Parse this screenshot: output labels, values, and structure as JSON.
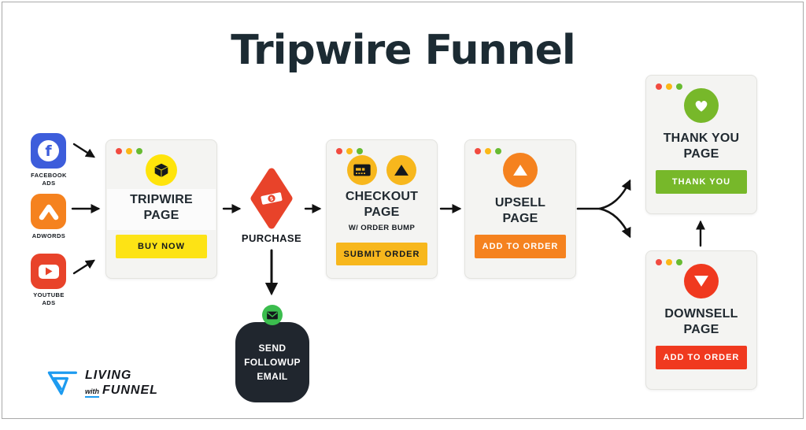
{
  "title": "Tripwire Funnel",
  "colors": {
    "ink": "#1c2b33",
    "card-bg": "#f4f4f2",
    "card-border": "#e3e3df",
    "dot-red": "#f24b40",
    "dot-yellow": "#fbb817",
    "dot-green": "#67bb31",
    "yellow": "#fde315",
    "amber": "#f7b71d",
    "orange": "#f5821f",
    "redorange": "#e8432a",
    "red": "#f0391f",
    "green": "#77b82a",
    "emailgreen": "#3bbd4e",
    "dark": "#20262e",
    "fbblue": "#3d5ddb",
    "logoblue": "#1d9bf0",
    "arrow": "#121212"
  },
  "sources": {
    "facebook": {
      "glyph": "f",
      "label1": "FACEBOOK",
      "label2": "ADS"
    },
    "adwords": {
      "label1": "ADWORDS"
    },
    "youtube": {
      "label1": "YOUTUBE",
      "label2": "ADS"
    }
  },
  "purchase": {
    "label": "PURCHASE",
    "currency_symbol": "$"
  },
  "email": {
    "line1": "SEND",
    "line2": "FOLLOWUP",
    "line3": "EMAIL"
  },
  "cards": {
    "tripwire": {
      "line1": "TRIPWIRE",
      "line2": "PAGE",
      "button": "BUY NOW"
    },
    "checkout": {
      "line1": "CHECKOUT",
      "line2": "PAGE",
      "subtitle": "W/ ORDER BUMP",
      "button": "SUBMIT ORDER"
    },
    "upsell": {
      "line1": "UPSELL",
      "line2": "PAGE",
      "button": "ADD TO ORDER"
    },
    "thankyou": {
      "line1": "THANK YOU",
      "line2": "PAGE",
      "button": "THANK YOU"
    },
    "downsell": {
      "line1": "DOWNSELL",
      "line2": "PAGE",
      "button": "ADD TO ORDER"
    }
  },
  "logo": {
    "top": "LIVING",
    "small": "with",
    "bottom": "FUNNEL"
  }
}
